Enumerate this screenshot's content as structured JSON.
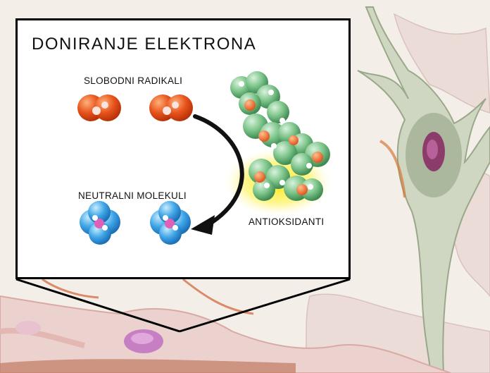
{
  "title": "DONIRANJE ELEKTRONA",
  "labels": {
    "free_radicals": "SLOBODNI RADIKALI",
    "neutral_molecules": "NEUTRALNI MOLEKULI",
    "antioxidants": "ANTIOKSIDANTI"
  },
  "colors": {
    "free_radical": "#e8541d",
    "neutral_molecule": "#3fa6e6",
    "antioxidant": "#7cc48a",
    "antioxidant_glow": "#ffe600",
    "neuron_cytoplasm": "#e9d6d2",
    "neuron_nucleus": "#c890c8",
    "frame": "#000000"
  },
  "icons": {
    "free_radical": "oxygen-hydrogen-molecule-icon",
    "neutral_molecule": "neutral-molecule-icon",
    "antioxidant": "antioxidant-molecule-cluster-icon",
    "arrow": "electron-donation-arrow-icon"
  }
}
